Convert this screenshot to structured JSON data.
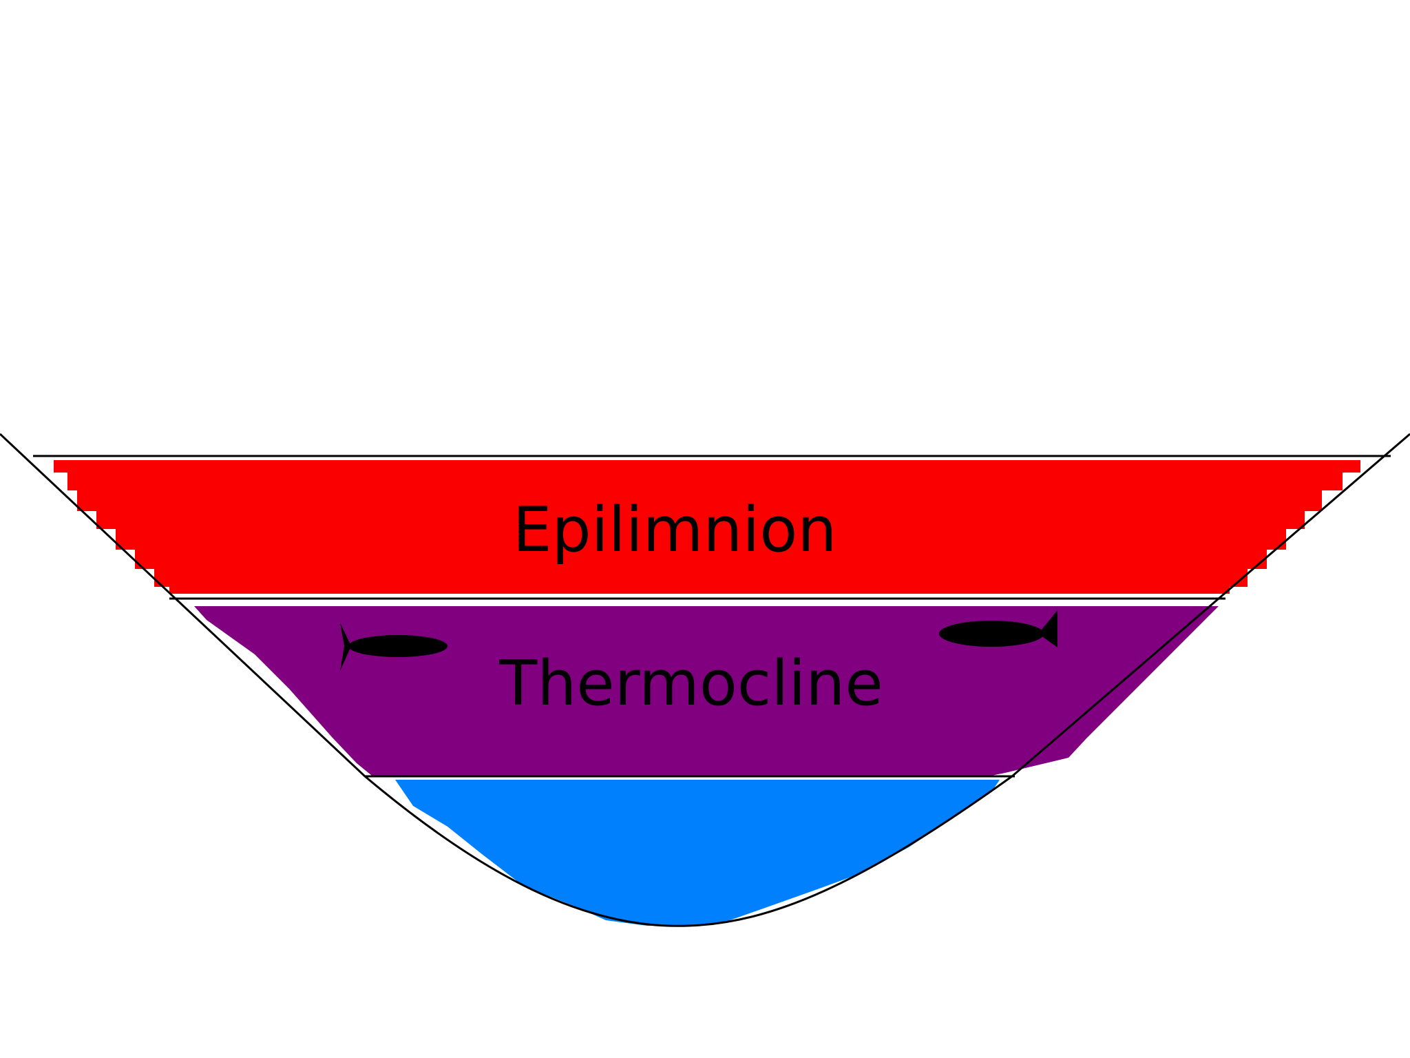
{
  "diagram": {
    "layers": [
      {
        "id": "epilimnion",
        "label": "Epilimnion",
        "color": "#fb0000"
      },
      {
        "id": "thermocline",
        "label": "Thermocline",
        "color": "#800080"
      },
      {
        "id": "hypolimnion",
        "label": "",
        "color": "#0080fd"
      }
    ],
    "outline_color": "#000000",
    "fish": [
      {
        "facing": "right",
        "color": "#000000"
      },
      {
        "facing": "left",
        "color": "#000000"
      }
    ]
  }
}
